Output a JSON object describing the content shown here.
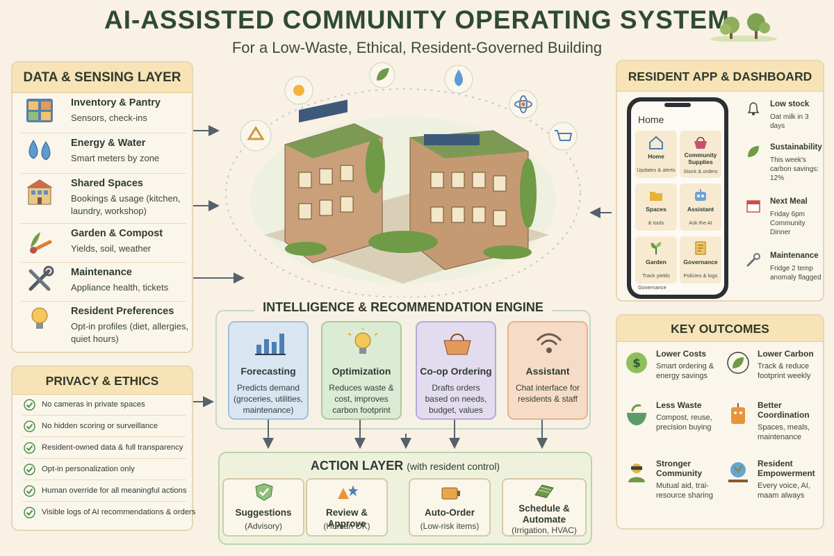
{
  "title": "AI-ASSISTED COMMUNITY OPERATING SYSTEM",
  "subtitle": "For a Low-Waste, Ethical, Resident-Governed Building",
  "data_layer": {
    "heading": "DATA & SENSING LAYER",
    "items": [
      {
        "title": "Inventory & Pantry",
        "desc": "Sensors, check-ins",
        "icon": "pantry-icon"
      },
      {
        "title": "Energy & Water",
        "desc": "Smart meters by zone",
        "icon": "water-drops-icon"
      },
      {
        "title": "Shared Spaces",
        "desc": "Bookings & usage (kitchen, laundry, workshop)",
        "icon": "building-icon"
      },
      {
        "title": "Garden & Compost",
        "desc": "Yields, soil, weather",
        "icon": "garden-icon"
      },
      {
        "title": "Maintenance",
        "desc": "Appliance health, tickets",
        "icon": "tools-icon"
      },
      {
        "title": "Resident Preferences",
        "desc": "Opt-in profiles (diet, allergies, quiet hours)",
        "icon": "lightbulb-icon"
      }
    ]
  },
  "privacy": {
    "heading": "PRIVACY & ETHICS",
    "items": [
      "No cameras in private spaces",
      "No hidden scoring or surveillance",
      "Resident-owned data & full transparency",
      "Opt-in personalization only",
      "Human override for all meaningful actions",
      "Visible logs of AI recommendations & orders"
    ]
  },
  "engine": {
    "heading": "INTELLIGENCE & RECOMMENDATION ENGINE",
    "cards": [
      {
        "title": "Forecasting",
        "desc": "Predicts demand (groceries, utilities, maintenance)",
        "icon": "bar-chart-icon",
        "bg": "#d9e6f2",
        "border": "#9fbfdc"
      },
      {
        "title": "Optimization",
        "desc": "Reduces waste & cost, improves carbon footprint",
        "icon": "lightbulb-icon",
        "bg": "#dcebd4",
        "border": "#a8cc97"
      },
      {
        "title": "Co-op Ordering",
        "desc": "Drafts orders based on needs, budget, values",
        "icon": "basket-icon",
        "bg": "#e3dcee",
        "border": "#b9a6d8"
      },
      {
        "title": "Assistant",
        "desc": "Chat interface for residents & staff",
        "icon": "wifi-signal-icon",
        "bg": "#f6dcc6",
        "border": "#e7b28a"
      }
    ]
  },
  "action": {
    "heading": "ACTION LAYER",
    "heading_sub": "(with resident control)",
    "items": [
      {
        "title": "Suggestions",
        "desc": "(Advisory)",
        "icon": "check-shield-icon"
      },
      {
        "title": "Review & Approve",
        "desc": "(Human OK)",
        "icon": "triangle-star-icon"
      },
      {
        "title": "Auto-Order",
        "desc": "(Low-risk items)",
        "icon": "delivery-box-icon"
      },
      {
        "title": "Schedule & Automate",
        "desc": "(Irrigation, HVAC)",
        "icon": "solar-panel-icon"
      }
    ]
  },
  "app": {
    "heading": "RESIDENT APP & DASHBOARD",
    "phone_title": "Home",
    "tiles": [
      {
        "title": "Home",
        "desc": "Updates & alerts",
        "icon": "house-icon"
      },
      {
        "title": "Community Supplies",
        "desc": "Stock & orders",
        "icon": "basket-icon"
      },
      {
        "title": "Spaces",
        "desc": "& tools",
        "icon": "folder-icon"
      },
      {
        "title": "Assistant",
        "desc": "Ask the AI",
        "icon": "robot-icon"
      },
      {
        "title": "Garden",
        "desc": "Track yields",
        "icon": "plant-icon"
      },
      {
        "title": "Governance",
        "desc": "Policies & logs",
        "icon": "document-icon"
      }
    ],
    "phone_footer": "Governance",
    "notifications": [
      {
        "title": "Low stock",
        "desc": "Oat milk in 3 days",
        "icon": "bell-icon"
      },
      {
        "title": "Sustainability",
        "desc": "This week's carbon savings: 12%",
        "icon": "leaf-icon"
      },
      {
        "title": "Next Meal",
        "desc": "Friday 6pm Community Dinner",
        "icon": "calendar-icon"
      },
      {
        "title": "Maintenance",
        "desc": "Fridge 2 temp anomaly flagged",
        "icon": "wrench-icon"
      }
    ]
  },
  "outcomes": {
    "heading": "KEY OUTCOMES",
    "items": [
      {
        "title": "Lower Costs",
        "desc": "Smart ordering & energy savings",
        "icon": "dollar-leaf-icon"
      },
      {
        "title": "Lower Carbon",
        "desc": "Track & reduce footprint weekly",
        "icon": "leaf-circle-icon"
      },
      {
        "title": "Less Waste",
        "desc": "Compost, reuse, precision buying",
        "icon": "compost-bowl-icon"
      },
      {
        "title": "Better Coordination",
        "desc": "Spaces, meals, maintenance",
        "icon": "coordination-icon"
      },
      {
        "title": "Stronger Community",
        "desc": "Mutual aid, trai- resource sharing",
        "icon": "community-person-icon"
      },
      {
        "title": "Resident Empowerment",
        "desc": "Every voice, AI, maam always",
        "icon": "globe-hands-icon"
      }
    ]
  }
}
